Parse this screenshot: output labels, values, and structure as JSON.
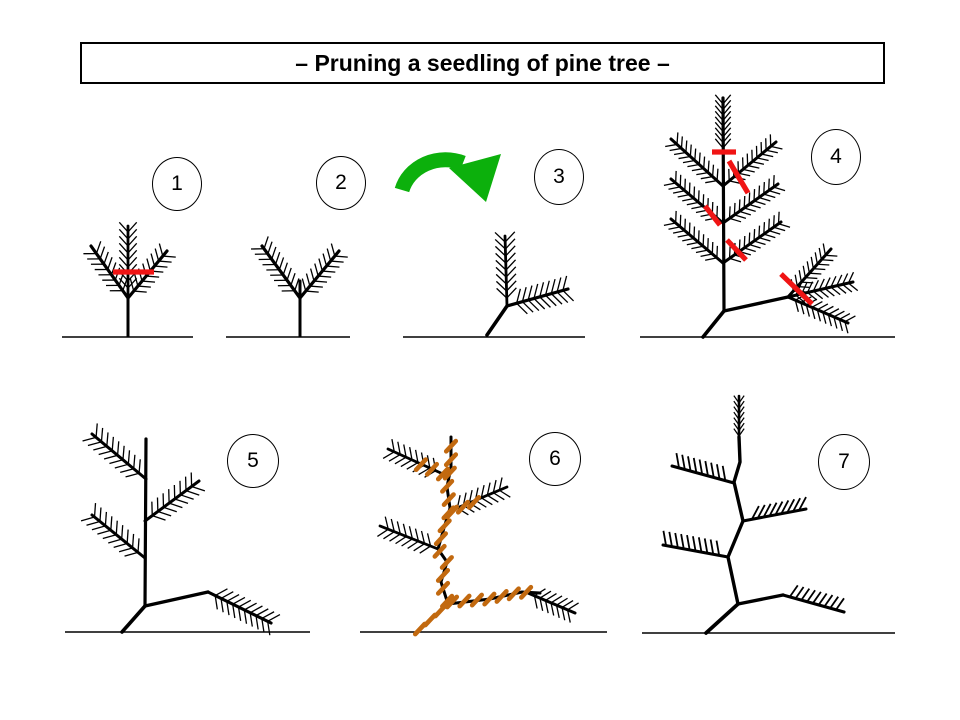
{
  "title": "– Pruning a seedling of pine tree –",
  "steps": [
    {
      "number": "1"
    },
    {
      "number": "2"
    },
    {
      "number": "3"
    },
    {
      "number": "4"
    },
    {
      "number": "5"
    },
    {
      "number": "6"
    },
    {
      "number": "7"
    }
  ],
  "colors": {
    "line": "#000000",
    "cut_mark": "#f01414",
    "arrow": "#0cb00c",
    "wire": "#c2690f",
    "background": "#ffffff"
  },
  "icons": {
    "arrow": "curved-arrow-icon",
    "cut": "prune-cut-mark",
    "wire": "training-wire-wrap"
  }
}
